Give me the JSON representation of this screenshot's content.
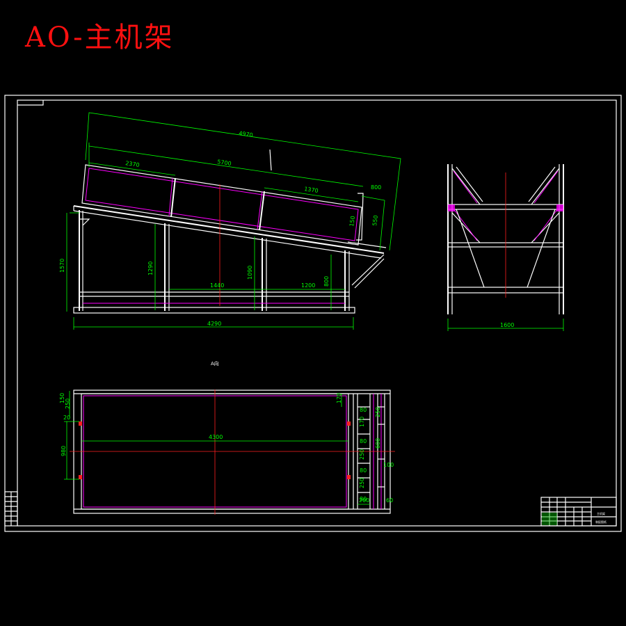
{
  "title": "AO-主机架",
  "views": {
    "view_a_label": "A向"
  },
  "dimensions": {
    "side": {
      "overall_length": "4970",
      "top_span": "5700",
      "seg_left": "2370",
      "seg_right": "1370",
      "corner": "800",
      "end_height": "550",
      "end_top": "150",
      "height": "1570",
      "leg_height": "1290",
      "mid_height": "1090",
      "span_1": "1440",
      "span_2": "1200",
      "rear_height": "800",
      "base_length": "4290"
    },
    "end": {
      "width": "1600"
    },
    "plan": {
      "length": "4300",
      "width": "980",
      "top_a": "150",
      "top_b": "250",
      "top_c": "20",
      "step_1": "170",
      "step_2": "80",
      "step_3": "170",
      "step_4": "80",
      "step_5": "250",
      "step_6": "80",
      "step_7": "250",
      "step_8": "80",
      "side_1": "250",
      "side_2": "600",
      "side_3": "100",
      "bottom_1": "200",
      "bottom_2": "60"
    }
  },
  "title_block": {
    "drawing_name": "主机架",
    "company": "装配图纸"
  }
}
